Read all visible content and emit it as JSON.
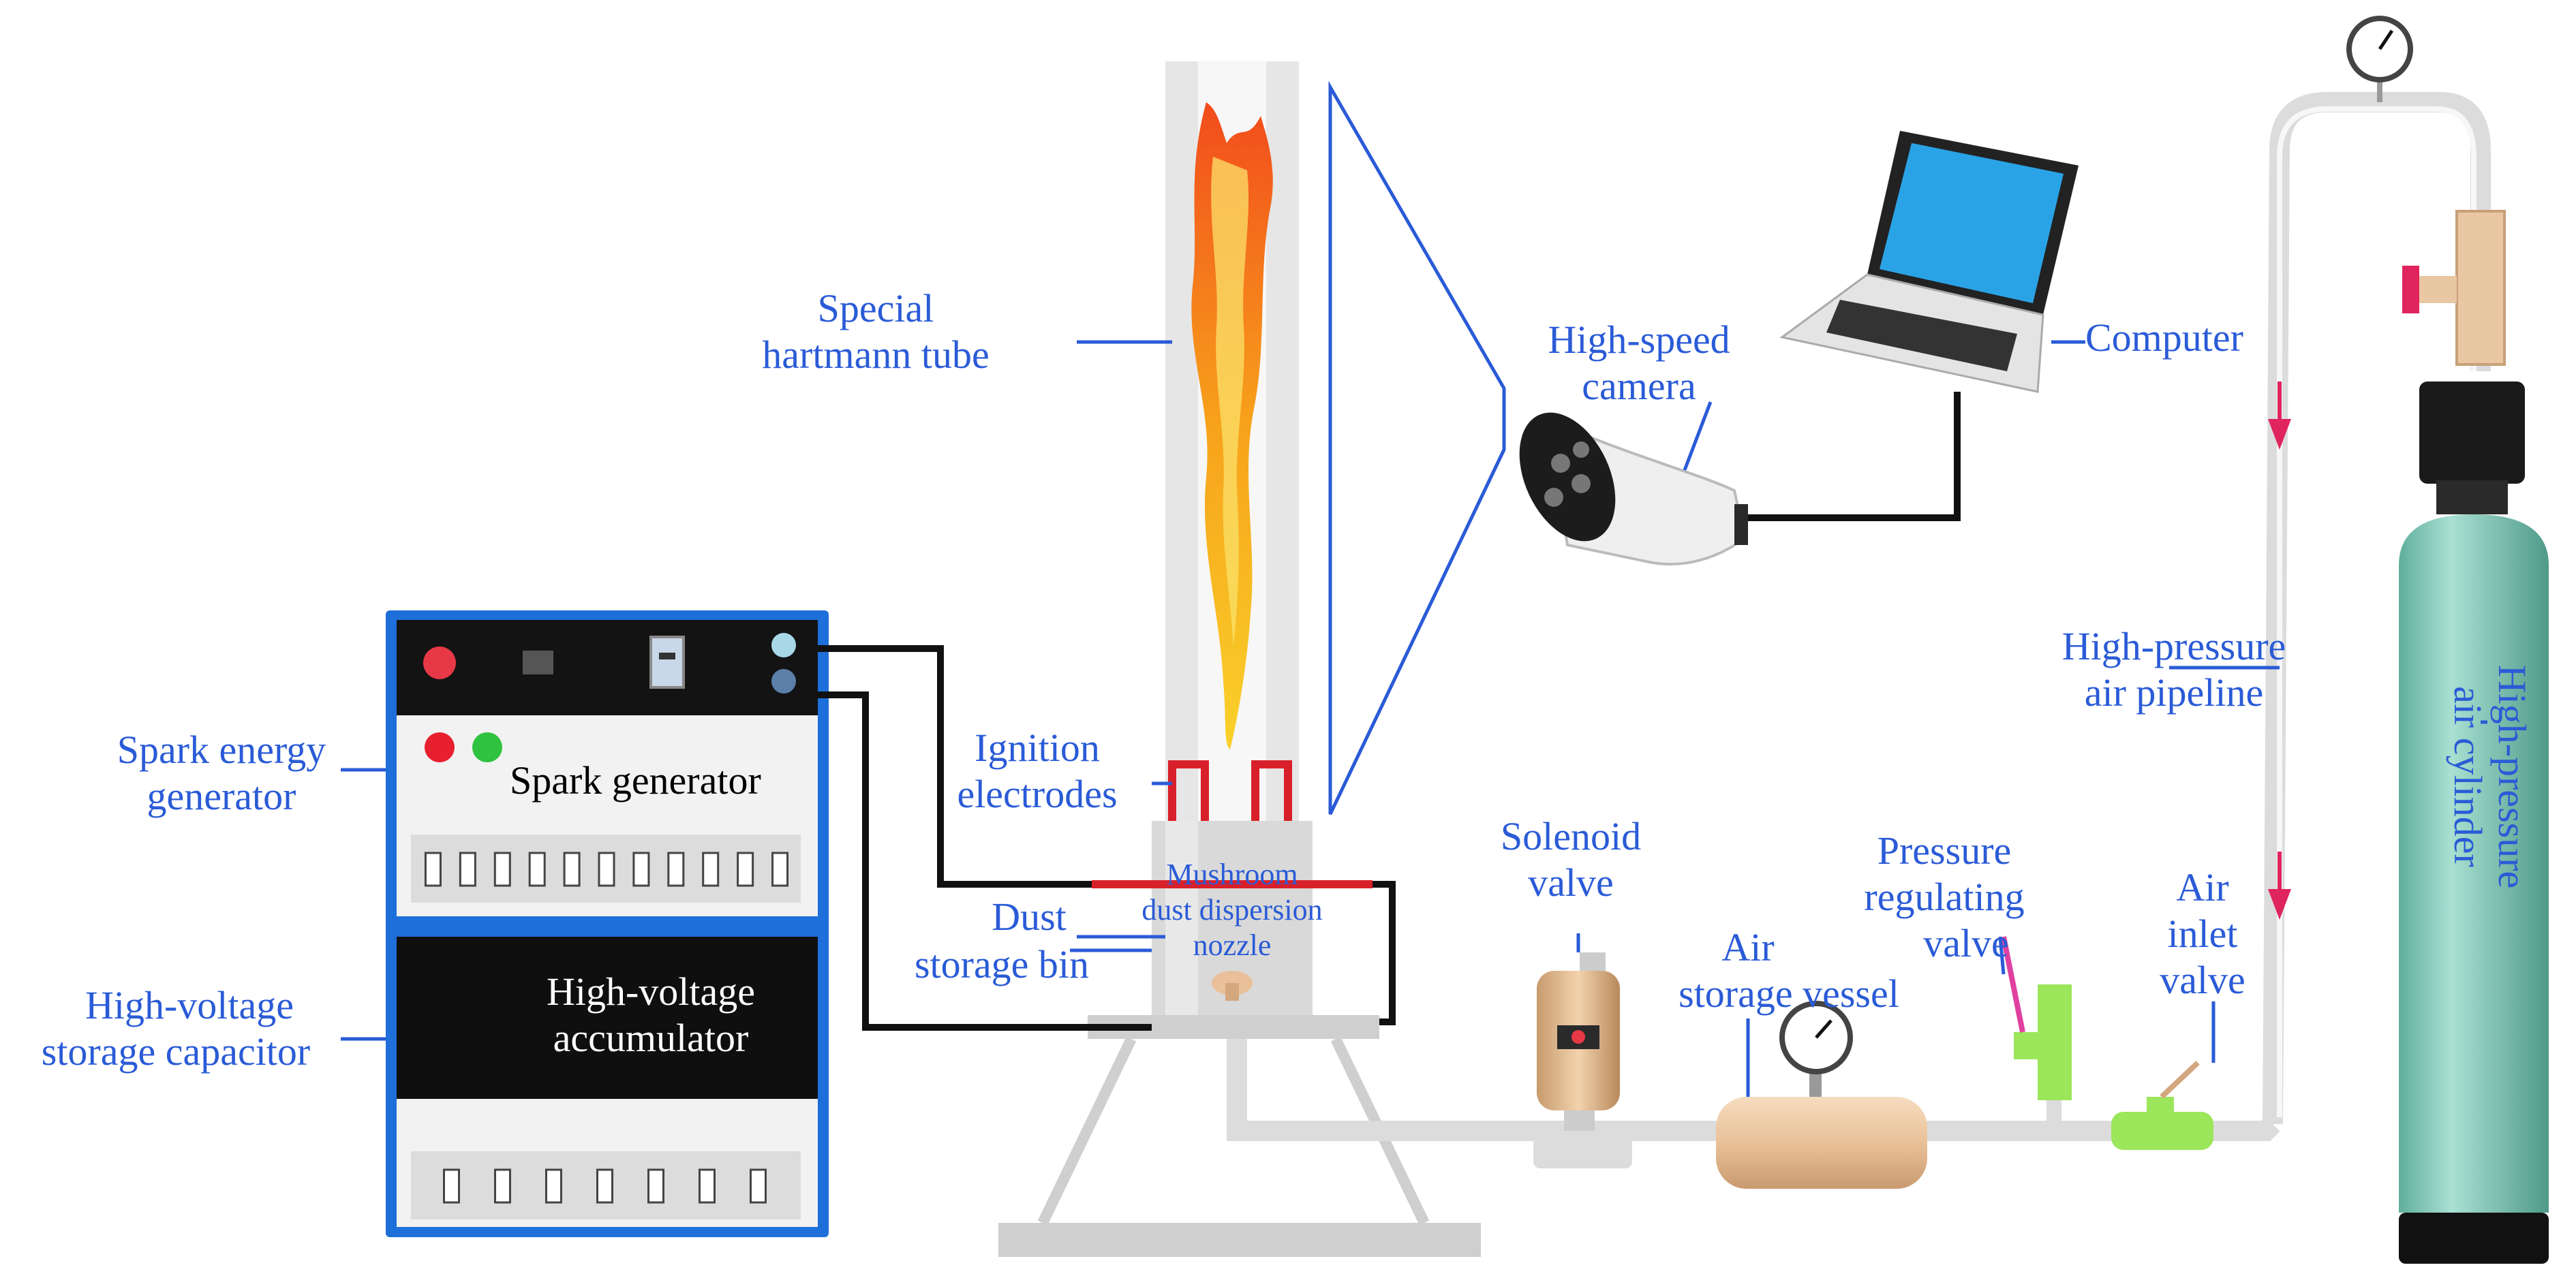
{
  "labels": {
    "special_tube": [
      "Special",
      "hartmann tube"
    ],
    "high_speed_camera": [
      "High-speed",
      "camera"
    ],
    "computer": "Computer",
    "high_pressure_pipeline": [
      "High-pressure",
      "air pipeline"
    ],
    "high_pressure_cylinder": [
      "High-pressure",
      "air cylinder"
    ],
    "ignition_electrodes": [
      "Ignition",
      "electrodes"
    ],
    "spark_energy_generator": [
      "Spark energy",
      "generator"
    ],
    "spark_generator": "Spark generator",
    "mushroom_nozzle": [
      "Mushroom",
      "dust dispersion",
      "nozzle"
    ],
    "dust_storage_bin": [
      "Dust",
      "storage bin"
    ],
    "solenoid_valve": [
      "Solenoid",
      "valve"
    ],
    "air_storage_vessel": [
      "Air",
      "storage vessel"
    ],
    "pressure_regulating_valve": [
      "Pressure",
      "regulating",
      "valve"
    ],
    "air_inlet_valve": [
      "Air",
      "inlet",
      "valve"
    ],
    "high_voltage_accumulator": [
      "High-voltage",
      "accumulator"
    ],
    "high_voltage_capacitor": [
      "High-voltage",
      "storage capacitor"
    ]
  },
  "colors": {
    "label": "#2a5bd7",
    "panel_blue": "#1e6fd9",
    "cylinder": "#8fcfc0",
    "pipe": "#dcdcdc",
    "electrode": "#d8202a",
    "wire": "#111111"
  }
}
